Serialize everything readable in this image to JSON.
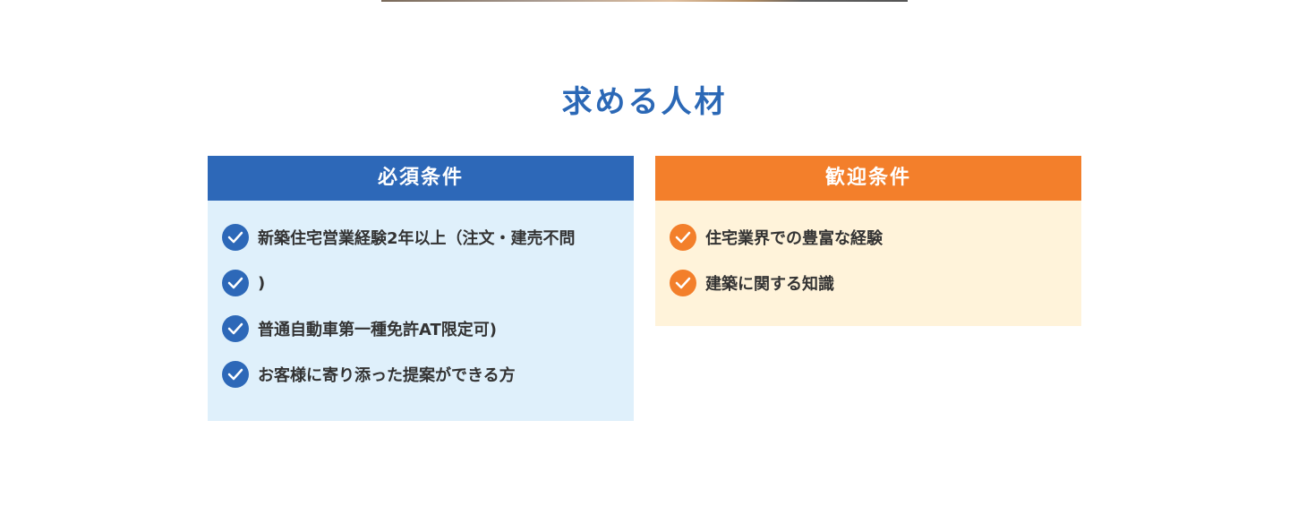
{
  "section_title": "求める人材",
  "required": {
    "heading": "必須条件",
    "color": "#2d68b8",
    "items": [
      "新築住宅営業経験2年以上（注文・建売不問",
      ")",
      "普通自動車第一種免許AT限定可)",
      "お客様に寄り添った提案ができる方"
    ]
  },
  "welcome": {
    "heading": "歓迎条件",
    "color": "#f37f2b",
    "items": [
      "住宅業界での豊富な経験",
      "建築に関する知識"
    ]
  }
}
